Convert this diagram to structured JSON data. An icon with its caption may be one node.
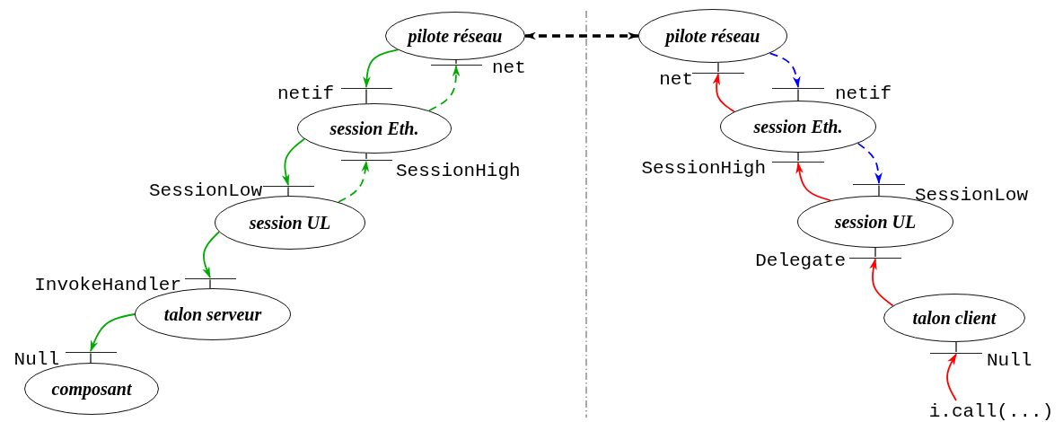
{
  "diagram": {
    "nodes": [
      {
        "text": [
          "pilote réseau"
        ]
      },
      {
        "text": [],
        "shape": "bar",
        "beside": [
          "net"
        ]
      },
      {
        "text": [],
        "shape": "bar",
        "beside": [
          "netif"
        ]
      },
      {
        "text": [
          "session Eth."
        ]
      },
      {
        "text": [],
        "shape": "bar",
        "beside": [
          "SessionHigh"
        ]
      },
      {
        "text": [],
        "shape": "bar",
        "beside": [
          "SessionLow"
        ]
      },
      {
        "text": [
          "session UL"
        ]
      },
      {
        "text": [],
        "shape": "bar",
        "beside": [
          "InvokeHandler"
        ]
      },
      {
        "text": [
          "talon serveur"
        ]
      },
      {
        "text": [],
        "shape": "bar",
        "beside": [
          "Null"
        ]
      },
      {
        "text": [
          "composant"
        ]
      },
      {
        "text": [
          "pilote réseau"
        ]
      },
      {
        "text": [],
        "shape": "bar",
        "beside": [
          "net"
        ]
      },
      {
        "text": [],
        "shape": "bar",
        "beside": [
          "netif"
        ]
      },
      {
        "text": [
          "session Eth."
        ]
      },
      {
        "text": [],
        "shape": "bar",
        "beside": [
          "SessionHigh"
        ]
      },
      {
        "text": [],
        "shape": "bar",
        "beside": [
          "SessionLow"
        ]
      },
      {
        "text": [
          "session UL"
        ]
      },
      {
        "text": [],
        "shape": "bar",
        "beside": [
          "Delegate"
        ]
      },
      {
        "text": [
          "talon client"
        ]
      },
      {
        "text": [],
        "shape": "bar",
        "beside": [
          "Null"
        ]
      },
      {
        "text": [
          "i.call(...)"
        ]
      }
    ],
    "edges": [
      {
        "from": 0,
        "to": 11,
        "arrow": "both",
        "style": "dashed"
      },
      {
        "from": 0,
        "to": 1,
        "arrow": "none"
      },
      {
        "from": 2,
        "to": 3,
        "arrow": "none"
      },
      {
        "from": 3,
        "to": 4,
        "arrow": "none"
      },
      {
        "from": 5,
        "to": 6,
        "arrow": "none"
      },
      {
        "from": 7,
        "to": 8,
        "arrow": "none"
      },
      {
        "from": 9,
        "to": 10,
        "arrow": "none"
      },
      {
        "from": 11,
        "to": 12,
        "arrow": "none"
      },
      {
        "from": 13,
        "to": 14,
        "arrow": "none"
      },
      {
        "from": 14,
        "to": 15,
        "arrow": "none"
      },
      {
        "from": 16,
        "to": 17,
        "arrow": "none"
      },
      {
        "from": 17,
        "to": 18,
        "arrow": "none"
      },
      {
        "from": 19,
        "to": 20,
        "arrow": "none"
      },
      {
        "from": 0,
        "to": 2,
        "arrow": "to",
        "color": "#00aa00"
      },
      {
        "from": 3,
        "to": 1,
        "arrow": "to",
        "style": "dashed",
        "color": "#00aa00"
      },
      {
        "from": 3,
        "to": 5,
        "arrow": "to",
        "color": "#00aa00"
      },
      {
        "from": 6,
        "to": 4,
        "arrow": "to",
        "style": "dashed",
        "color": "#00aa00"
      },
      {
        "from": 6,
        "to": 7,
        "arrow": "to",
        "color": "#00aa00"
      },
      {
        "from": 8,
        "to": 9,
        "arrow": "to",
        "color": "#00aa00"
      },
      {
        "from": 11,
        "to": 13,
        "arrow": "to",
        "style": "dashed",
        "color": "#0000ff"
      },
      {
        "from": 14,
        "to": 16,
        "arrow": "to",
        "style": "dashed",
        "color": "#0000ff"
      },
      {
        "from": 14,
        "to": 12,
        "arrow": "to",
        "color": "#ff0000"
      },
      {
        "from": 17,
        "to": 15,
        "arrow": "to",
        "color": "#ff0000"
      },
      {
        "from": 19,
        "to": 18,
        "arrow": "to",
        "color": "#ff0000"
      },
      {
        "from": 21,
        "to": 20,
        "arrow": "to",
        "color": "#ff0000"
      }
    ]
  }
}
